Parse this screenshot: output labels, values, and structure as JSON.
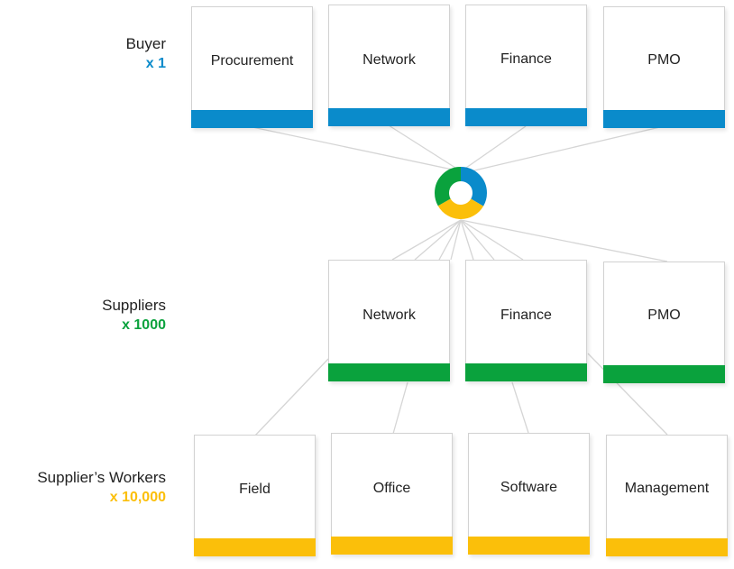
{
  "colors": {
    "buyer": "#0a8bcb",
    "supplier": "#0aa23d",
    "worker": "#fbbf0a",
    "line": "#d5d5d5"
  },
  "tiers": [
    {
      "id": "buyer",
      "label": "Buyer",
      "multiplier": "x 1",
      "cards": [
        "Procurement",
        "Network",
        "Finance",
        "PMO"
      ]
    },
    {
      "id": "suppliers",
      "label": "Suppliers",
      "multiplier": "x 1000",
      "cards": [
        "Network",
        "Finance",
        "PMO"
      ]
    },
    {
      "id": "workers",
      "label": "Supplier’s Workers",
      "multiplier": "x 10,000",
      "cards": [
        "Field",
        "Office",
        "Software",
        "Management"
      ]
    }
  ]
}
